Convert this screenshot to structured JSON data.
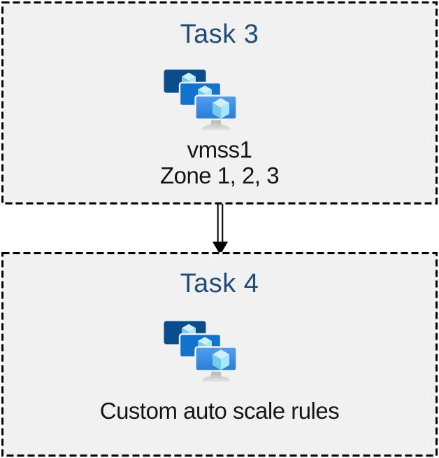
{
  "tasks": [
    {
      "title": "Task 3",
      "icon": "vm-scale-set-icon",
      "lines": [
        "vmss1",
        "Zone 1, 2, 3"
      ]
    },
    {
      "title": "Task 4",
      "icon": "vm-scale-set-icon",
      "lines": [
        "Custom auto scale rules"
      ]
    }
  ],
  "connector": {
    "type": "double-line-arrow-down"
  },
  "colors": {
    "title_text": "#1f4e79",
    "body_text": "#161616",
    "box_fill": "#f1f1f1",
    "box_border": "#000000",
    "monitor_back": "#0b4c8c",
    "monitor_middle": "#1173cd",
    "monitor_front_top": "#4f9ef1",
    "monitor_front_bottom": "#2b7cd6",
    "cube_top": "#cfeffb",
    "cube_left": "#74cbee",
    "cube_right": "#a9e6f9",
    "stand_top": "#b0b0b0",
    "stand_bottom": "#e5e5e5",
    "arrow": "#000000"
  }
}
